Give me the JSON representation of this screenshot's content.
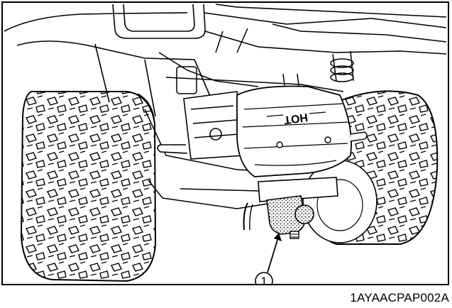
{
  "figure": {
    "callouts": [
      {
        "label": "1",
        "name": "trailer-hitch-ball"
      }
    ],
    "muffler_marking": "HOT",
    "figure_code": "1AYAACPAP002A"
  }
}
